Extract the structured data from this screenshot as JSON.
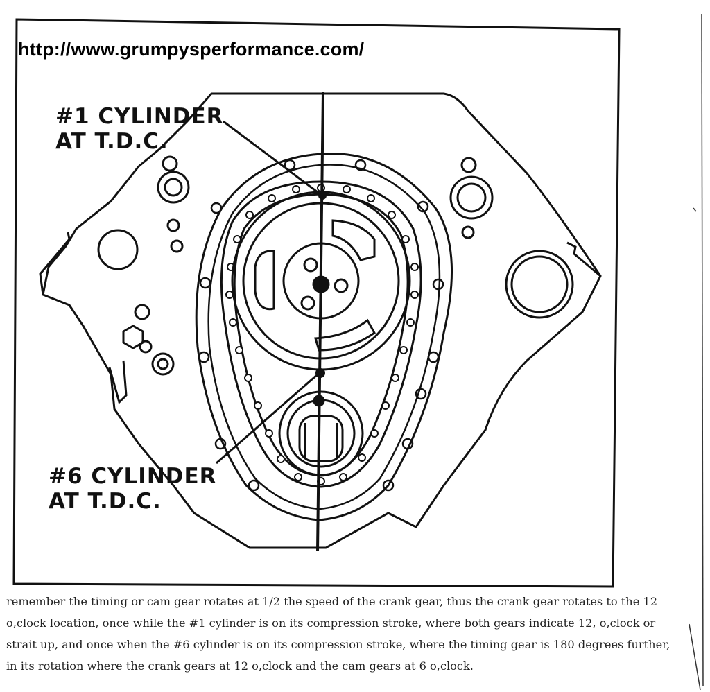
{
  "header": {
    "url": "http://www.grumpysperformance.com/"
  },
  "callouts": {
    "cyl1": {
      "line1": "#1 CYLINDER",
      "line2": "AT T.D.C."
    },
    "cyl6": {
      "line1": "#6 CYLINDER",
      "line2": "AT T.D.C."
    }
  },
  "caption": {
    "text": "remember the timing or cam gear rotates at 1/2 the speed of the crank gear, thus the crank gear rotates to the 12 o,clock location, once while the #1 cylinder is on its compression stroke, where both gears indicate 12, o,clock or strait up, and once when the #6 cylinder is on its compression stroke, where the timing gear is 180 degrees further, in its rotation where the crank gears at 12 o,clock and the cam gears at 6 o,clock."
  },
  "colors": {
    "ink": "#111111",
    "paper": "#ffffff"
  }
}
